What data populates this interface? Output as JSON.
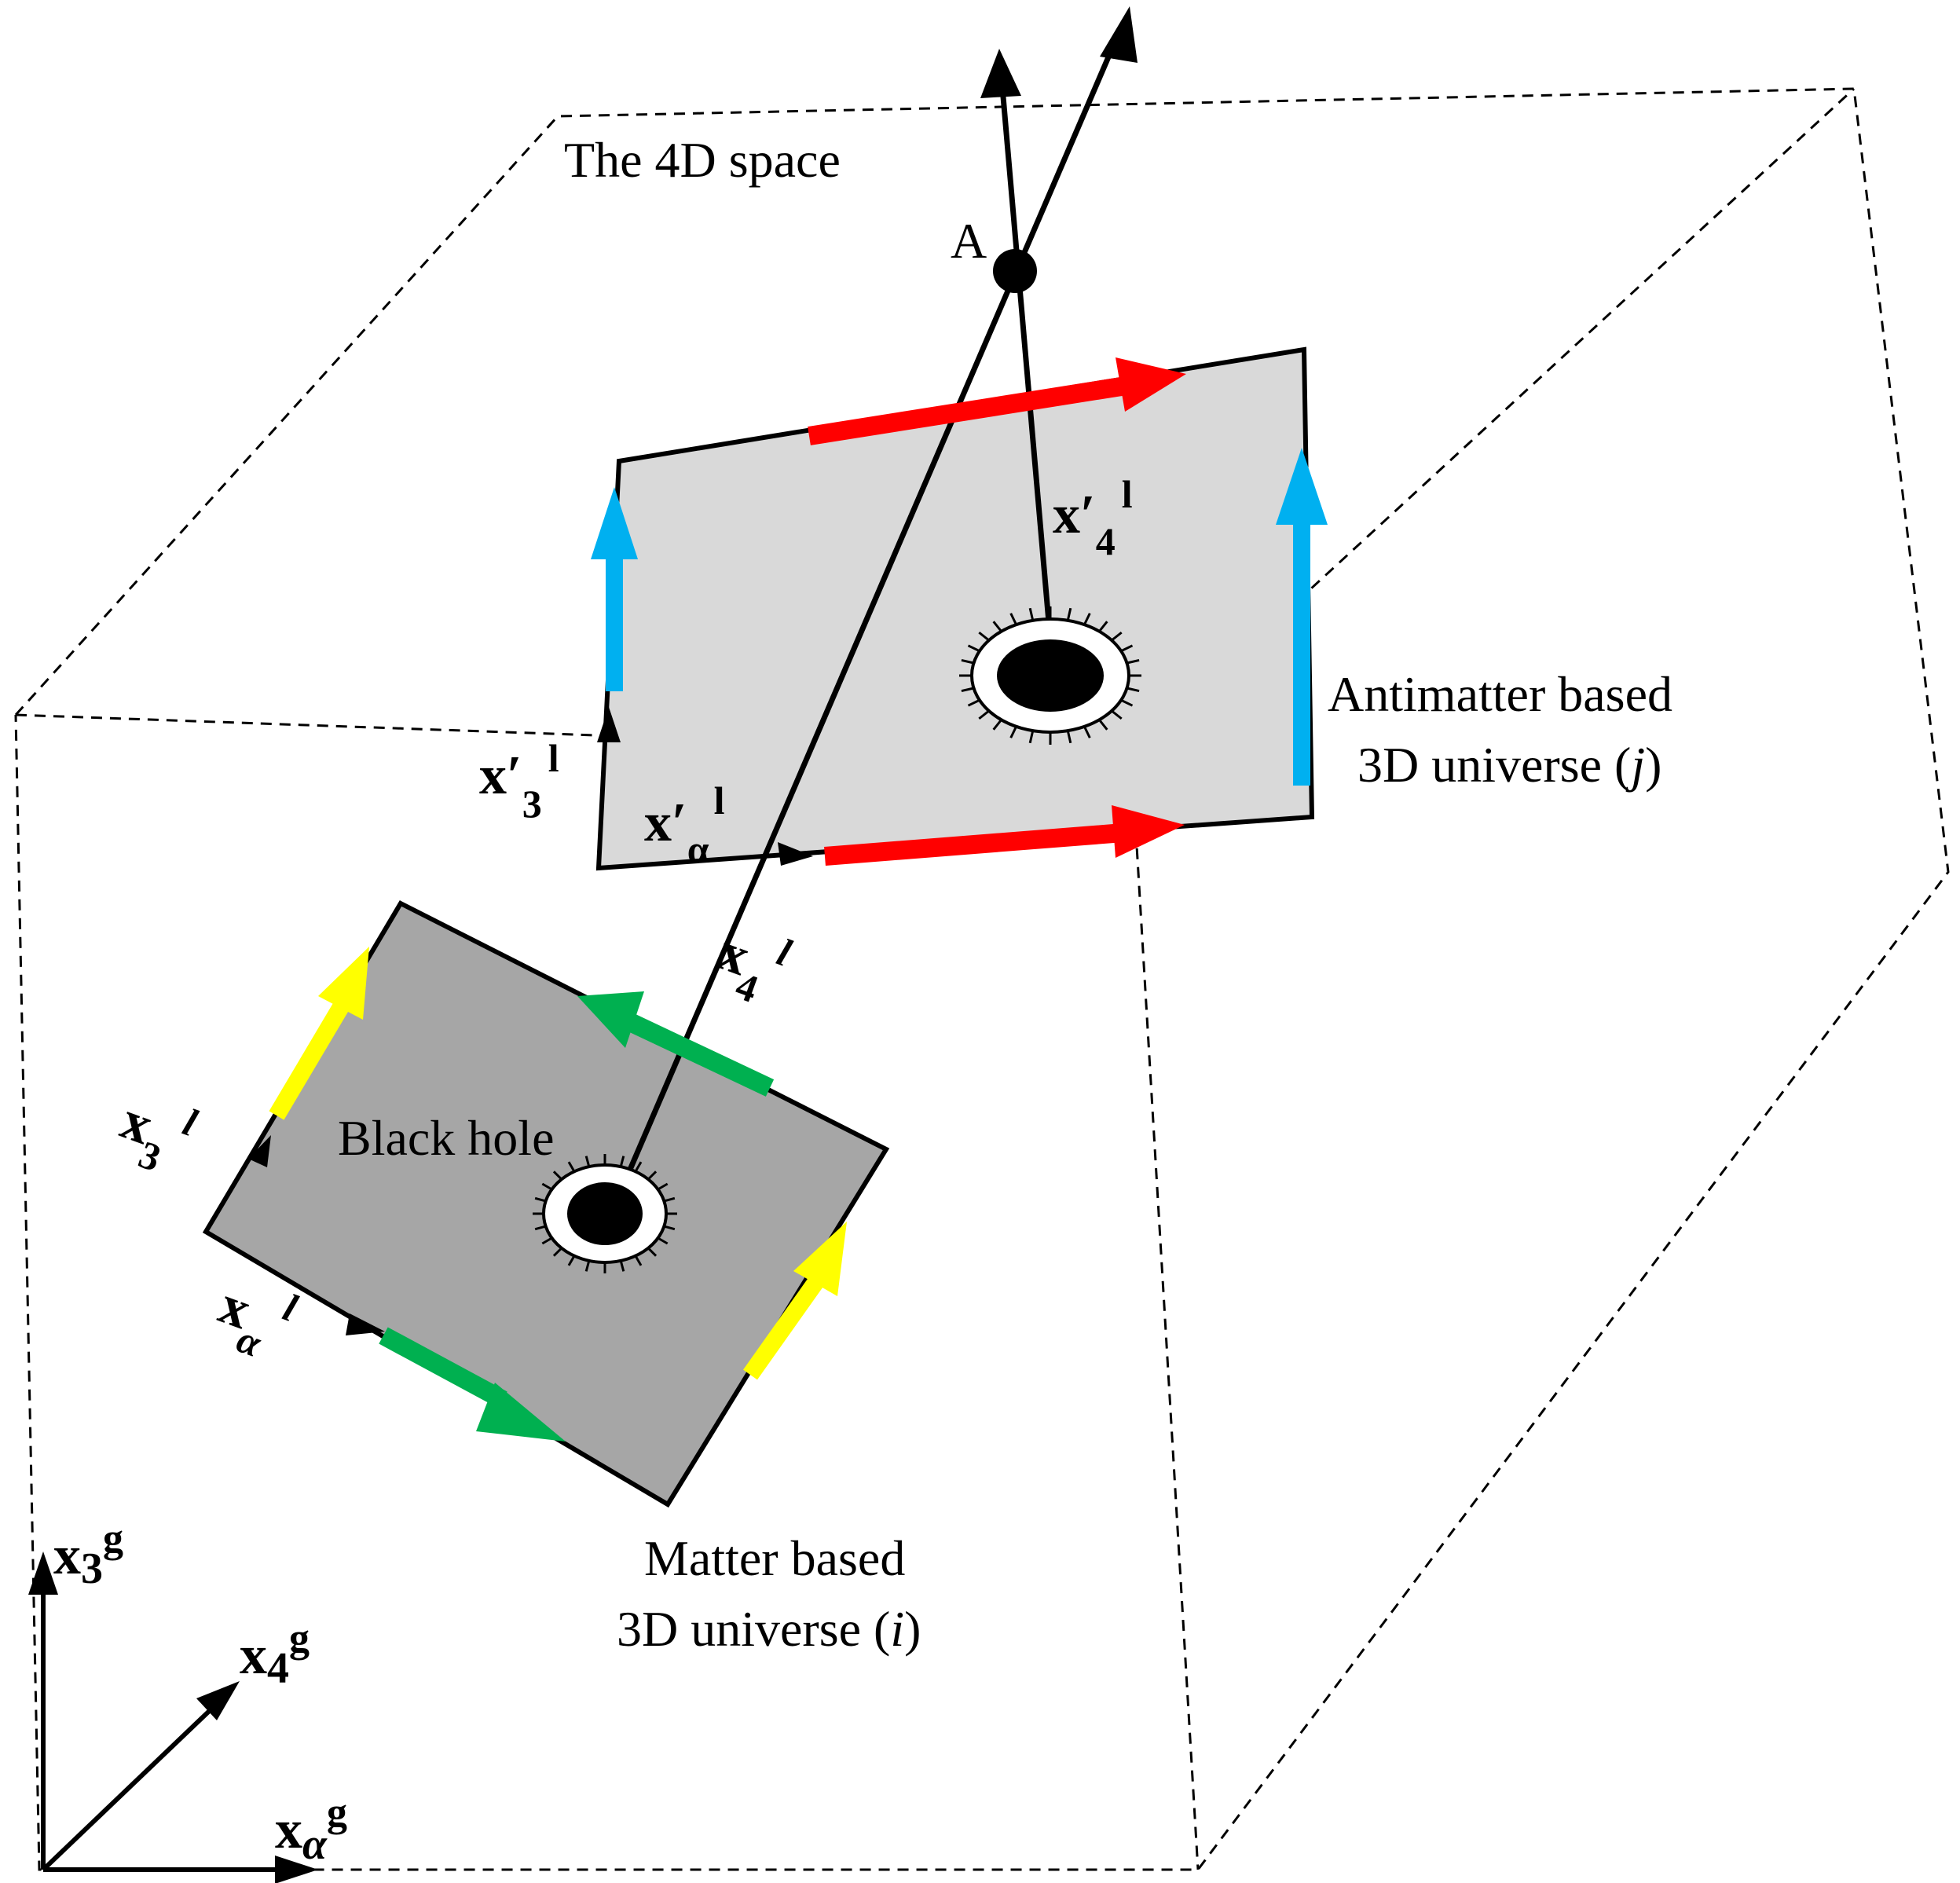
{
  "labels": {
    "space_title": "The 4D space",
    "point_a": "A",
    "black_hole": "Black hole",
    "antimatter_line1": "Antimatter based",
    "antimatter_line2_prefix": "3D universe (",
    "antimatter_line2_index": "j",
    "antimatter_line2_suffix": ")",
    "matter_line1": "Matter based",
    "matter_line2_prefix": "3D universe (",
    "matter_line2_index": "i",
    "matter_line2_suffix": ")"
  },
  "local_axes": {
    "x3_prime": {
      "base": "x′",
      "sub": "3",
      "sup": "l"
    },
    "xalpha_prime": {
      "base": "x′",
      "sub": "α",
      "sup": "l"
    },
    "x4_prime": {
      "base": "x′",
      "sub": "4",
      "sup": "l"
    },
    "x4": {
      "base": "x",
      "sub": "4",
      "sup": "l"
    },
    "x3": {
      "base": "x",
      "sub": "3",
      "sup": "l"
    },
    "xalpha": {
      "base": "x",
      "sub": "α",
      "sup": "l"
    }
  },
  "global_axes": {
    "x3": {
      "base": "x",
      "sub": "3",
      "sup": "g"
    },
    "x4": {
      "base": "x",
      "sub": "4",
      "sup": "g"
    },
    "xalpha": {
      "base": "x",
      "sub": "α",
      "sup": "g"
    }
  },
  "colors": {
    "red_arrow": "#ff0000",
    "blue_arrow": "#00b0f0",
    "green_arrow": "#00b050",
    "yellow_arrow": "#ffff00",
    "antimatter_plane": "#d9d9d9",
    "matter_plane": "#a6a6a6"
  }
}
